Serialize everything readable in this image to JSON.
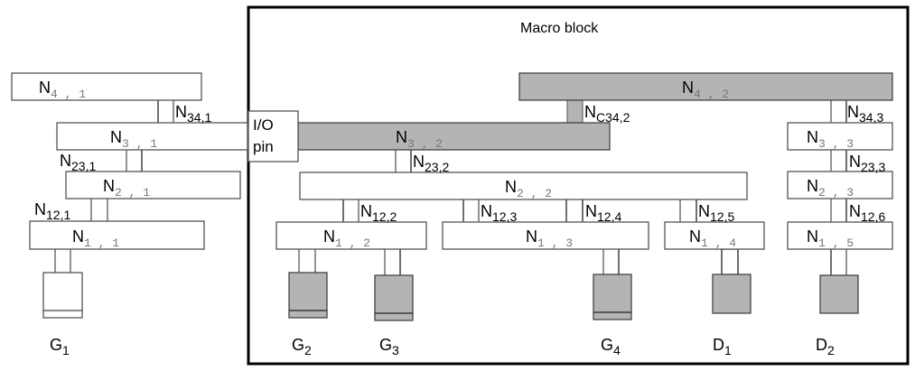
{
  "diagram": {
    "macro_block_label": "Macro block",
    "io_pin": {
      "line1": "I/O",
      "line2": "pin"
    },
    "nodes": [
      {
        "id": "n41",
        "base": "N",
        "sub": "4 , 1",
        "shaded": false
      },
      {
        "id": "n31",
        "base": "N",
        "sub": "3 , 1",
        "shaded": false
      },
      {
        "id": "n21",
        "base": "N",
        "sub": "2 , 1",
        "shaded": false
      },
      {
        "id": "n11",
        "base": "N",
        "sub": "1 , 1",
        "shaded": false
      },
      {
        "id": "n42",
        "base": "N",
        "sub": "4 , 2",
        "shaded": true
      },
      {
        "id": "n32",
        "base": "N",
        "sub": "3 , 2",
        "shaded": true
      },
      {
        "id": "n22",
        "base": "N",
        "sub": "2 , 2",
        "shaded": false
      },
      {
        "id": "n12",
        "base": "N",
        "sub": "1 , 2",
        "shaded": false
      },
      {
        "id": "n13",
        "base": "N",
        "sub": "1 , 3",
        "shaded": false
      },
      {
        "id": "n14",
        "base": "N",
        "sub": "1 , 4",
        "shaded": false
      },
      {
        "id": "n33",
        "base": "N",
        "sub": "3 , 3",
        "shaded": false
      },
      {
        "id": "n23",
        "base": "N",
        "sub": "2 , 3",
        "shaded": false
      },
      {
        "id": "n15",
        "base": "N",
        "sub": "1 , 5",
        "shaded": false
      }
    ],
    "vias": [
      {
        "id": "v341",
        "base": "N",
        "sub": "34,1"
      },
      {
        "id": "v231",
        "base": "N",
        "sub": "23,1"
      },
      {
        "id": "v121",
        "base": "N",
        "sub": "12,1"
      },
      {
        "id": "vc342",
        "base": "N",
        "sub": "C34,2"
      },
      {
        "id": "v232",
        "base": "N",
        "sub": "23,2"
      },
      {
        "id": "v122",
        "base": "N",
        "sub": "12,2"
      },
      {
        "id": "v123",
        "base": "N",
        "sub": "12,3"
      },
      {
        "id": "v124",
        "base": "N",
        "sub": "12,4"
      },
      {
        "id": "v125",
        "base": "N",
        "sub": "12,5"
      },
      {
        "id": "v343",
        "base": "N",
        "sub": "34,3"
      },
      {
        "id": "v233",
        "base": "N",
        "sub": "23,3"
      },
      {
        "id": "v126",
        "base": "N",
        "sub": "12,6"
      }
    ],
    "gates": [
      {
        "id": "g1",
        "base": "G",
        "sub": "1",
        "shaded": false
      },
      {
        "id": "g2",
        "base": "G",
        "sub": "2",
        "shaded": true
      },
      {
        "id": "g3",
        "base": "G",
        "sub": "3",
        "shaded": true
      },
      {
        "id": "g4",
        "base": "G",
        "sub": "4",
        "shaded": true
      },
      {
        "id": "d1",
        "base": "D",
        "sub": "1",
        "shaded": true
      },
      {
        "id": "d2",
        "base": "D",
        "sub": "2",
        "shaded": true
      }
    ],
    "colors": {
      "shaded_fill": "#b4b4b4",
      "outline": "#555555",
      "macro_border": "#000000"
    }
  }
}
